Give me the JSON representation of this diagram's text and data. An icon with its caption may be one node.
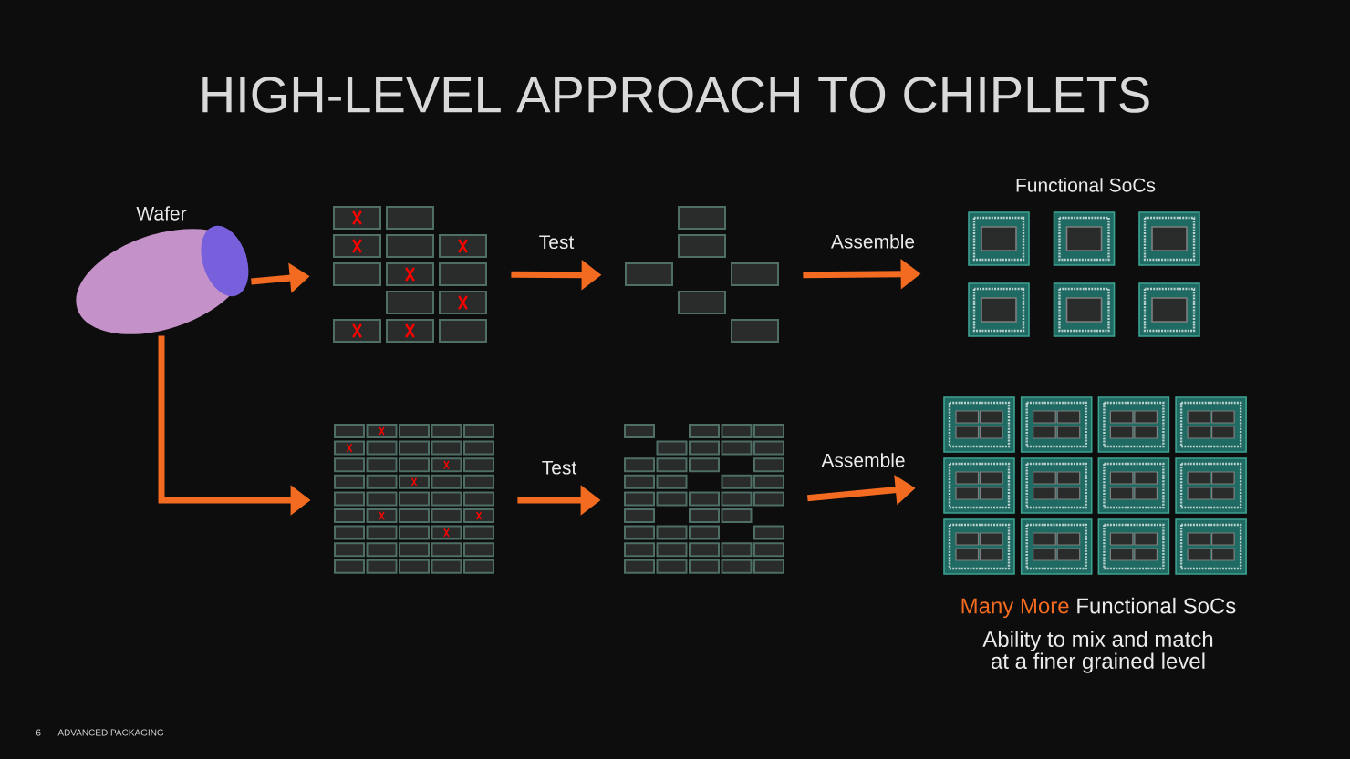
{
  "diagram": {
    "title": "HIGH-LEVEL APPROACH TO CHIPLETS",
    "nodes": [
      {
        "text": [
          "Wafer"
        ]
      },
      {
        "text": [],
        "shape": "picture"
      },
      {
        "text": [],
        "shape": "picture"
      },
      {
        "text": [
          "Functional SoCs"
        ]
      },
      {
        "text": [],
        "shape": "picture"
      },
      {
        "text": [],
        "shape": "picture"
      },
      {
        "text": [
          "Many More",
          "Functional SoCs",
          "Ability to mix and match at a finer grained level"
        ]
      }
    ],
    "edges": [
      {
        "from": 0,
        "to": 1,
        "arrow": "to"
      },
      {
        "from": 1,
        "to": 2,
        "arrow": "to",
        "label": "Test"
      },
      {
        "from": 2,
        "to": 3,
        "arrow": "to",
        "label": "Assemble"
      },
      {
        "from": 0,
        "to": 4,
        "arrow": "to"
      },
      {
        "from": 4,
        "to": 5,
        "arrow": "to",
        "label": "Test"
      },
      {
        "from": 5,
        "to": 6,
        "arrow": "to",
        "label": "Assemble"
      }
    ],
    "labels": [
      "6",
      "ADVANCED PACKAGING"
    ]
  }
}
